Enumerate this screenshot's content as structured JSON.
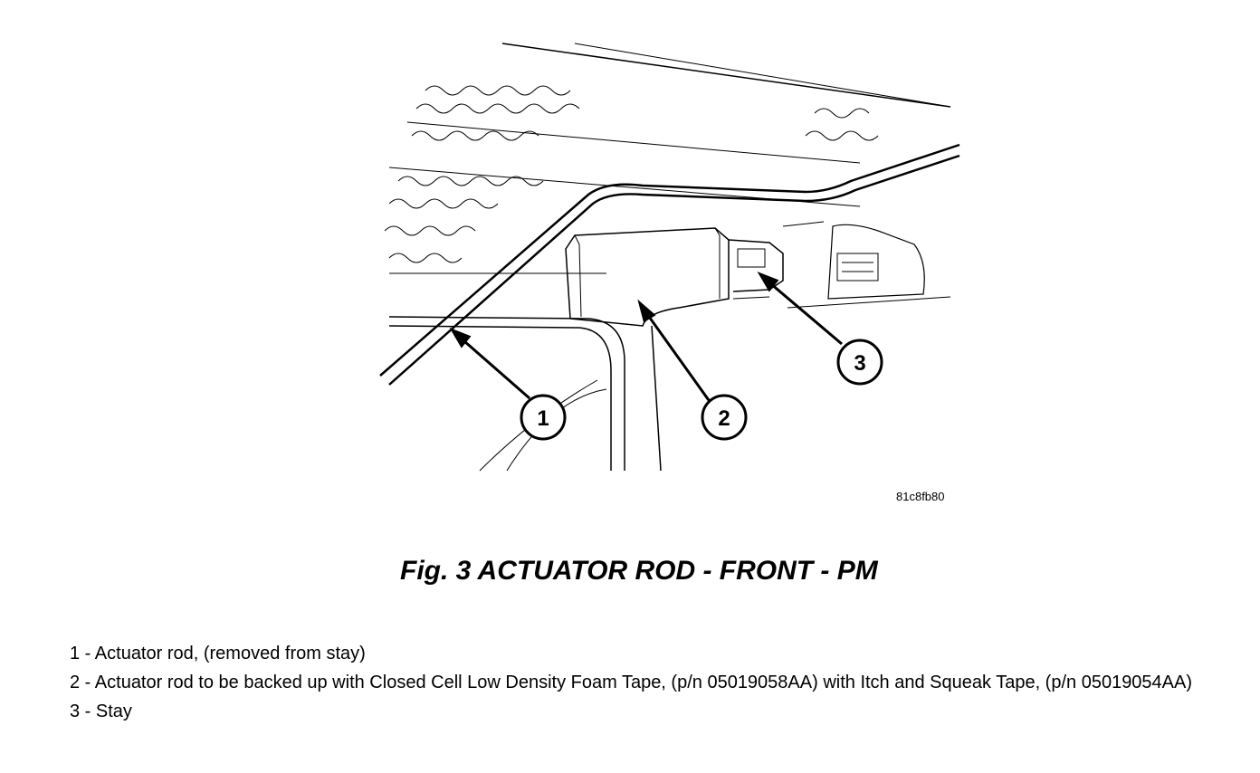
{
  "figure": {
    "callouts": [
      "1",
      "2",
      "3"
    ],
    "image_id": "81c8fb80"
  },
  "caption": "Fig. 3 ACTUATOR ROD - FRONT - PM",
  "legend": [
    "1 - Actuator rod, (removed from stay)",
    "2 - Actuator rod to be backed up with Closed Cell Low Density Foam Tape, (p/n 05019058AA) with Itch and Squeak Tape, (p/n 05019054AA)",
    "3 - Stay"
  ]
}
